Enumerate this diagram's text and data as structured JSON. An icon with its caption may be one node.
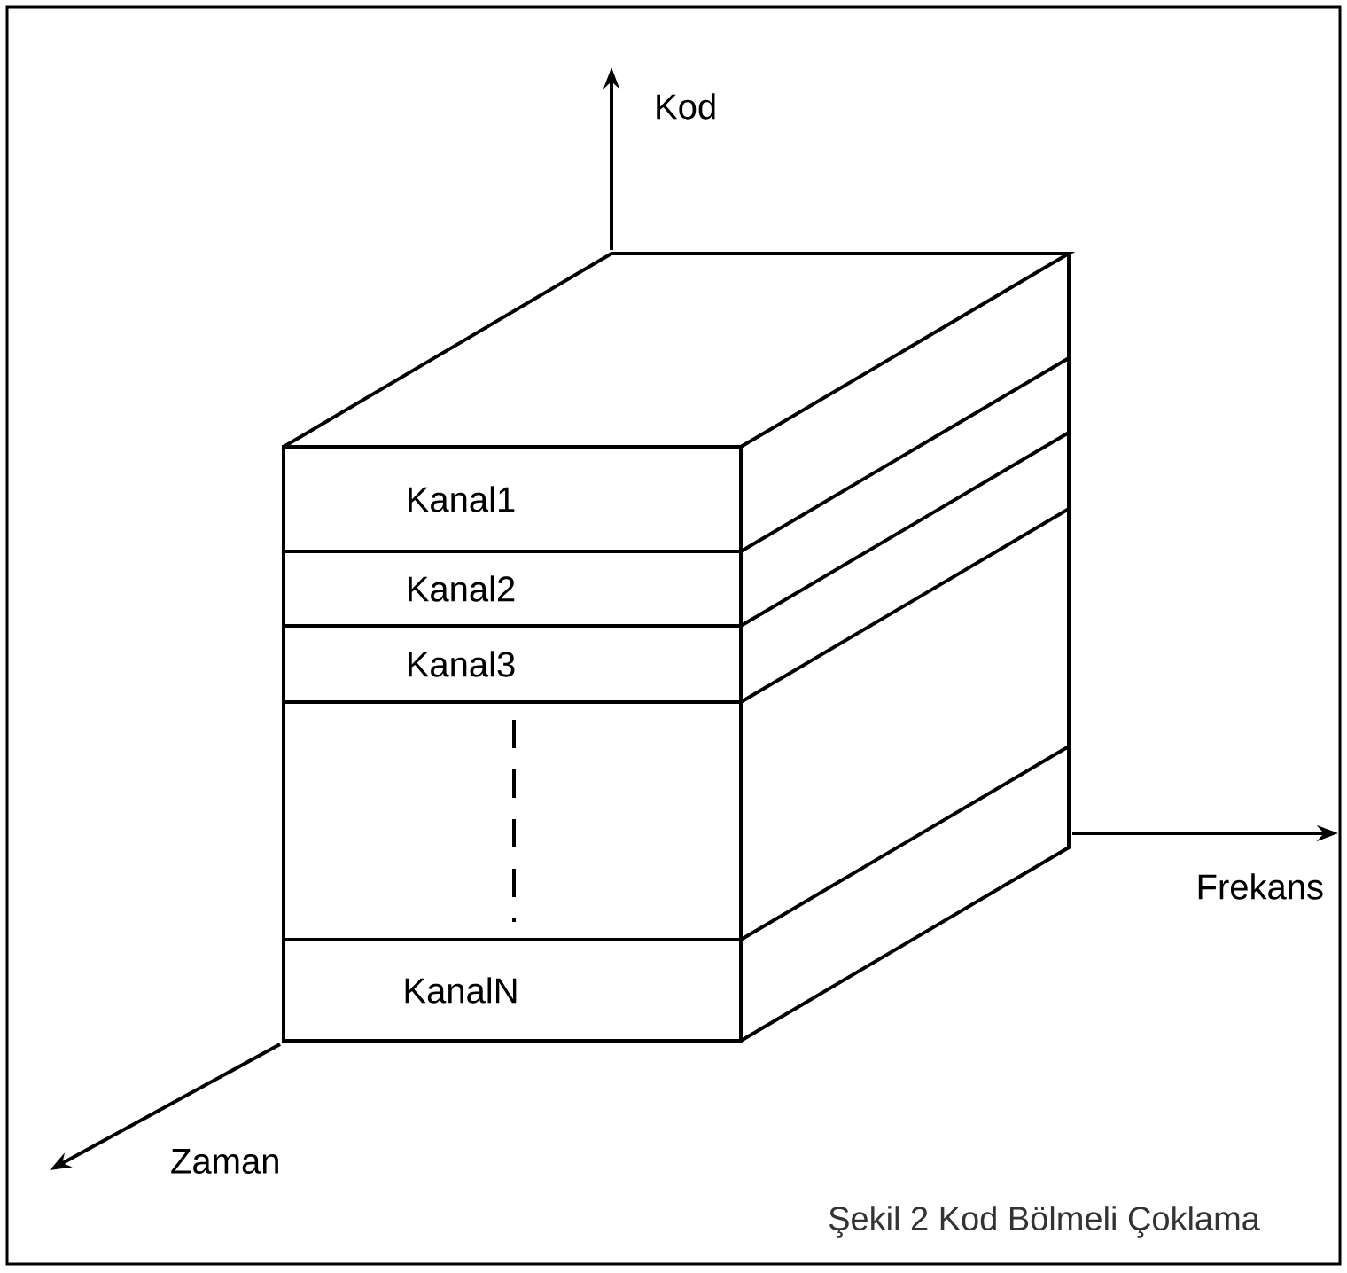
{
  "diagram": {
    "caption": "Şekil 2 Kod Bölmeli Çoklama",
    "nodes": [
      {
        "text": [],
        "shape": "cuboid"
      },
      {
        "text": [
          "Kanal1"
        ],
        "in": 0
      },
      {
        "text": [
          "Kanal2"
        ],
        "in": 0
      },
      {
        "text": [
          "Kanal3"
        ],
        "in": 0
      },
      {
        "text": [],
        "shape": "box",
        "in": 0
      },
      {
        "text": [
          "KanalN"
        ],
        "in": 0
      }
    ],
    "labels": [
      "Kod",
      "Frekans",
      "Zaman"
    ]
  }
}
